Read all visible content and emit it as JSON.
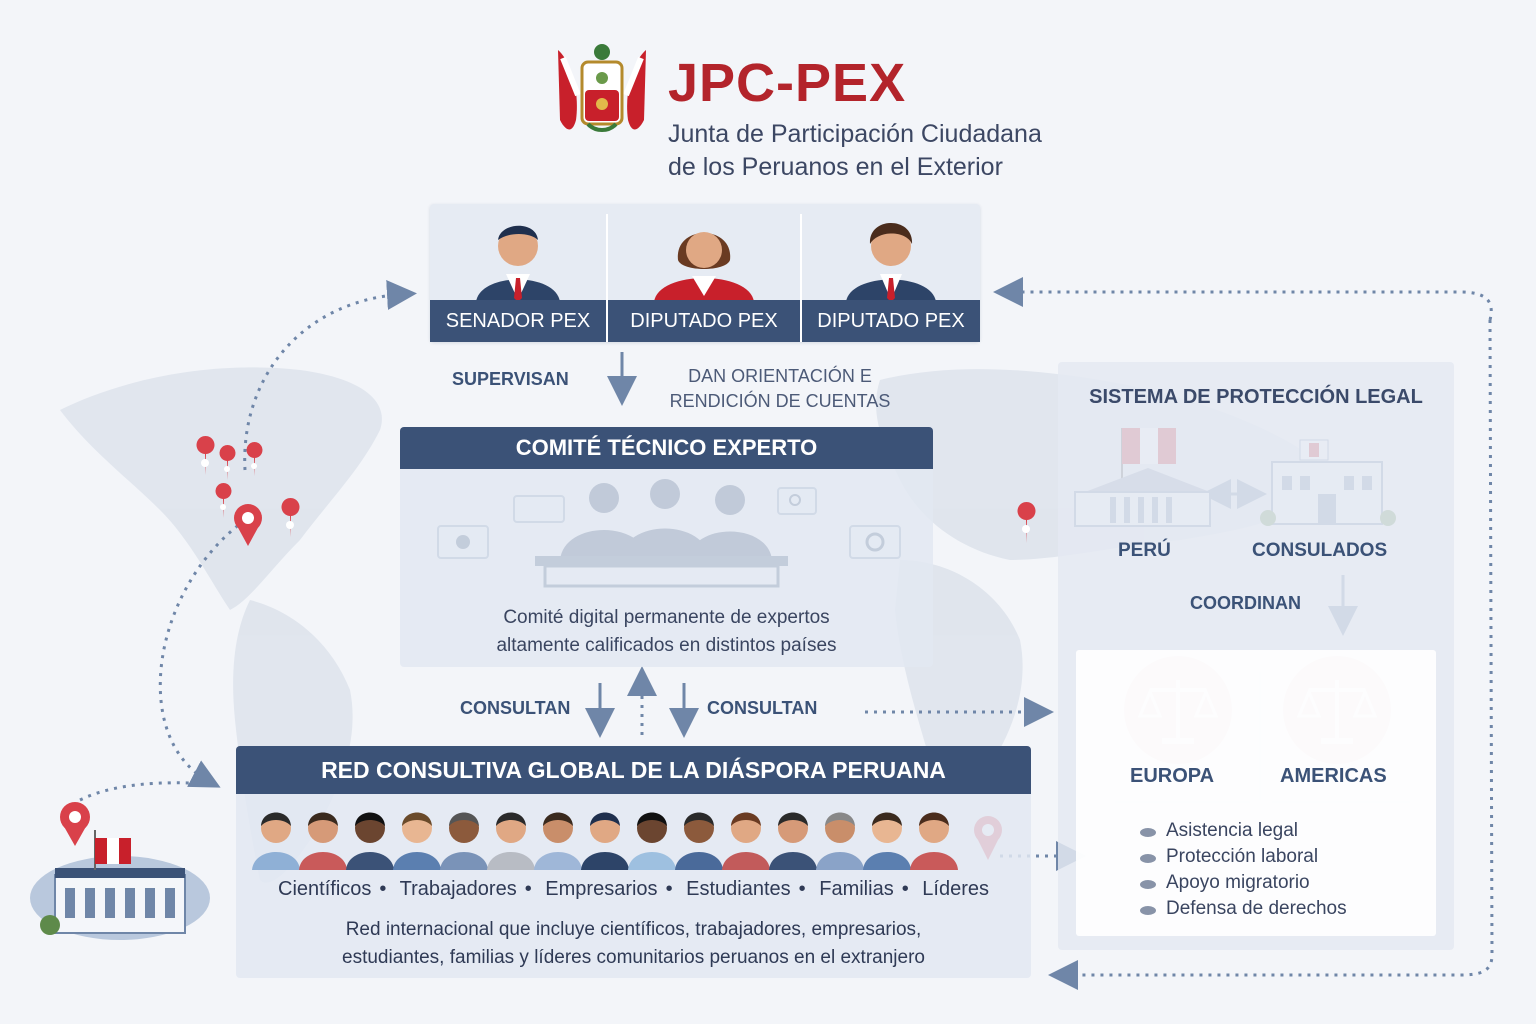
{
  "header": {
    "title": "JPC-PEX",
    "subtitle_line1": "Junta de Participación Ciudadana",
    "subtitle_line2": "de los Peruanos en el Exterior"
  },
  "representatives": [
    {
      "label": "SENADOR PEX"
    },
    {
      "label": "DIPUTADO PEX"
    },
    {
      "label": "DIPUTADO PEX"
    }
  ],
  "flow_labels": {
    "supervisan": "SUPERVISAN",
    "orientacion_line1": "DAN ORIENTACIÓN E",
    "orientacion_line2": "RENDICIÓN DE CUENTAS",
    "consultan_left": "CONSULTAN",
    "consultan_right": "CONSULTAN",
    "coordinan": "COORDINAN"
  },
  "committee": {
    "title": "COMITÉ TÉCNICO EXPERTO",
    "desc_line1": "Comité digital permanente de expertos",
    "desc_line2": "altamente calificados en distintos países"
  },
  "network": {
    "title": "RED CONSULTIVA GLOBAL DE LA DIÁSPORA PERUANA",
    "groups": [
      "Científicos",
      "Trabajadores",
      "Empresarios",
      "Estudiantes",
      "Familias",
      "Líderes"
    ],
    "desc_line1": "Red internacional que incluye científicos, trabajadores, empresarios,",
    "desc_line2": "estudiantes, familias y líderes comunitarios peruanos en el extranjero"
  },
  "legal": {
    "title": "SISTEMA DE PROTECCIÓN LEGAL",
    "peru_label": "PERÚ",
    "consulados_label": "CONSULADOS",
    "regions": [
      "EUROPA",
      "AMERICAS"
    ],
    "services": [
      "Asistencia legal",
      "Protección laboral",
      "Apoyo migratorio",
      "Defensa de derechos"
    ]
  },
  "colors": {
    "navy": "#3b5277",
    "red": "#b3242b",
    "arrow": "#6f86a8",
    "pin": "#d9414a"
  }
}
